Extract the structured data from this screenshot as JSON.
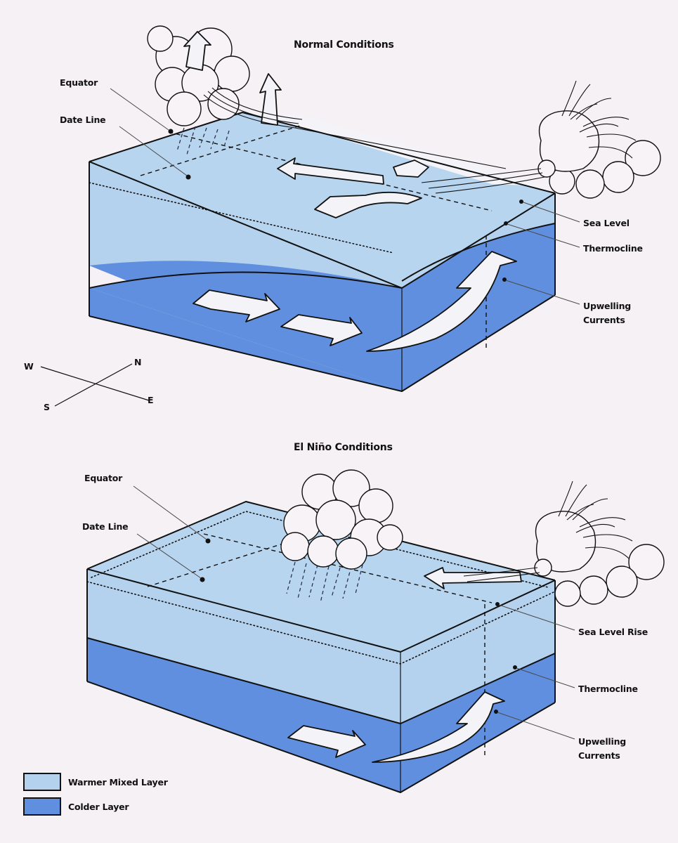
{
  "figure": {
    "normal": {
      "title": "Normal Conditions",
      "labels": {
        "equator": "Equator",
        "date_line": "Date Line",
        "sea_level": "Sea Level",
        "thermocline": "Thermocline",
        "upwelling_line1": "Upwelling",
        "upwelling_line2": "Currents"
      }
    },
    "el_nino": {
      "title": "El Niño Conditions",
      "labels": {
        "equator": "Equator",
        "date_line": "Date Line",
        "sea_level": "Sea Level Rise",
        "thermocline": "Thermocline",
        "upwelling_line1": "Upwelling",
        "upwelling_line2": "Currents"
      }
    },
    "compass": {
      "west": "W",
      "east": "E",
      "north": "N",
      "south": "S"
    },
    "legend": [
      {
        "label": "Warmer Mixed Layer",
        "color": "#b4d2ee"
      },
      {
        "label": "Colder Layer",
        "color": "#5f8fde"
      }
    ],
    "colors": {
      "background": "#f6f1f5",
      "warm_layer": "#b4d2ee",
      "cold_layer": "#5f8fde",
      "outline": "#111111"
    }
  }
}
